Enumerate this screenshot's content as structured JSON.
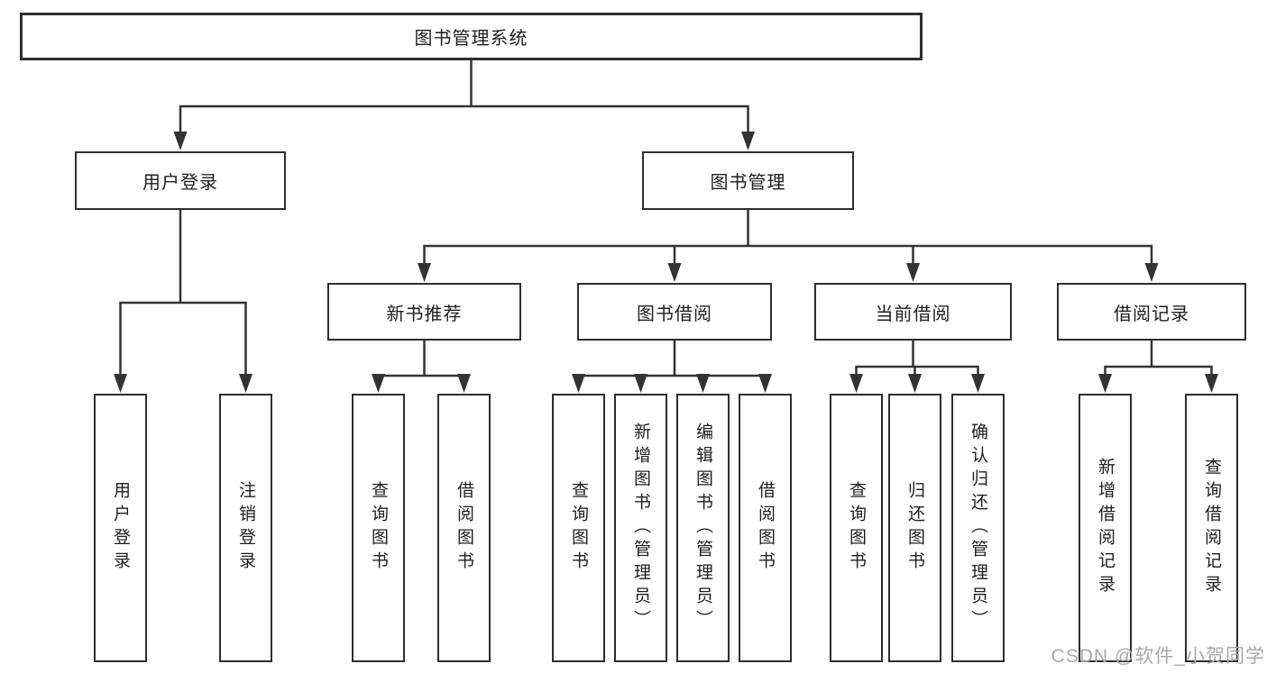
{
  "tree": {
    "root": {
      "label": "图书管理系统",
      "children": [
        {
          "label": "用户登录",
          "children": [
            {
              "label": "用户登录"
            },
            {
              "label": "注销登录"
            }
          ]
        },
        {
          "label": "图书管理",
          "children": [
            {
              "label": "新书推荐",
              "children": [
                {
                  "label": "查询图书"
                },
                {
                  "label": "借阅图书"
                }
              ]
            },
            {
              "label": "图书借阅",
              "children": [
                {
                  "label": "查询图书"
                },
                {
                  "label": "新增图书（管理员）"
                },
                {
                  "label": "编辑图书（管理员）"
                },
                {
                  "label": "借阅图书"
                }
              ]
            },
            {
              "label": "当前借阅",
              "children": [
                {
                  "label": "查询图书"
                },
                {
                  "label": "归还图书"
                },
                {
                  "label": "确认归还（管理员）"
                }
              ]
            },
            {
              "label": "借阅记录",
              "children": [
                {
                  "label": "新增借阅记录"
                },
                {
                  "label": "查询借阅记录"
                }
              ]
            }
          ]
        }
      ]
    }
  },
  "watermark": {
    "text": "CSDN @软件_小贺同学"
  },
  "colors": {
    "line": "#333333",
    "box_border": "#2e2e2e",
    "text": "#1e1e1e",
    "watermark": "#a9a9a9",
    "background": "#ffffff"
  }
}
